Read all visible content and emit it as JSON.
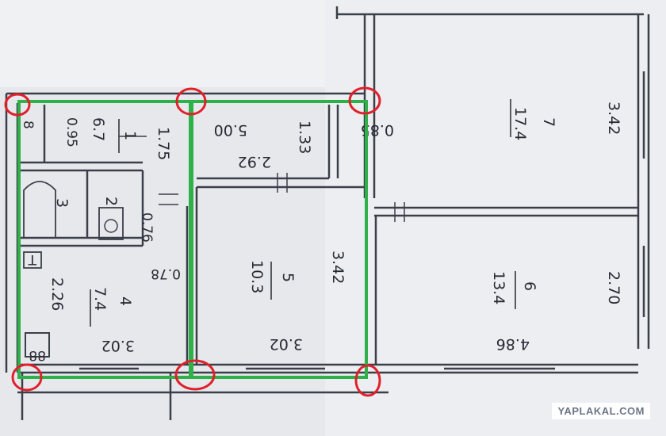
{
  "rooms": {
    "r1": {
      "num": "1",
      "area": "6.7"
    },
    "r2": {
      "num": "2"
    },
    "r3": {
      "num": "3"
    },
    "r4": {
      "num": "4",
      "area": "7.4"
    },
    "r5": {
      "num": "5",
      "area": "10.3"
    },
    "r6": {
      "num": "6",
      "area": "13.4"
    },
    "r7": {
      "num": "7",
      "area": "17.4"
    }
  },
  "dims": {
    "d_0_95": "0.95",
    "d_1_75": "1.75",
    "d_5_00": "5.00",
    "d_1_33": "1.33",
    "d_0_85": "0.85",
    "d_3_42_top": "3.42",
    "d_2_92": "2.92",
    "d_0_76": "0.76",
    "d_0_78": "0.78",
    "d_2_26": "2.26",
    "d_3_42_mid": "3.42",
    "d_2_70": "2.70",
    "d_3_02_left": "3.02",
    "d_3_02_mid": "3.02",
    "d_4_86": "4.86",
    "d_8": "8"
  },
  "symbols": {
    "t": "T",
    "stove": "88"
  },
  "watermark": "YAPLAKAL.COM",
  "colors": {
    "highlight_green": "#2fb14a",
    "marker_red": "#e0202a",
    "line": "#3a3f4a"
  }
}
